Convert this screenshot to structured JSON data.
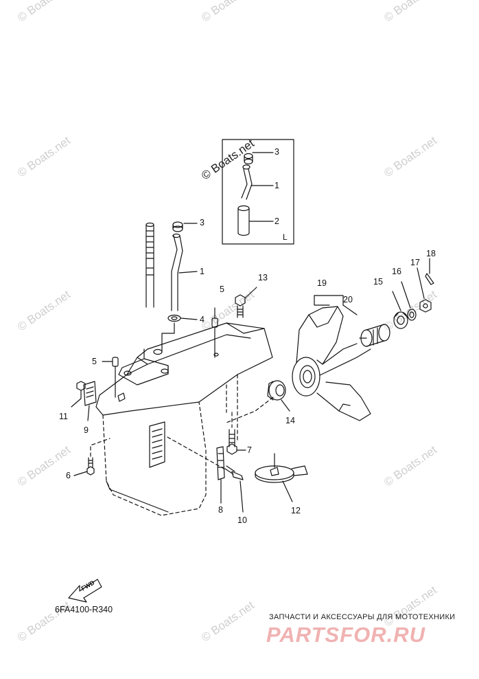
{
  "watermark_text": "© Boats.net",
  "inset_label": "L",
  "diagram_code": "6FA4100-R340",
  "fwd_label": "FWD",
  "footer": {
    "tagline": "ЗАПЧАСТИ И АКСЕССУАРЫ ДЛЯ МОТОТЕХНИКИ",
    "brand": "PARTSFOR.RU"
  },
  "callouts": {
    "c1": "1",
    "c2": "2",
    "c3": "3",
    "c4": "4",
    "c5": "5",
    "c6": "6",
    "c7": "7",
    "c8": "8",
    "c9": "9",
    "c10": "10",
    "c11": "11",
    "c12": "12",
    "c13": "13",
    "c14": "14",
    "c15": "15",
    "c16": "16",
    "c17": "17",
    "c18": "18",
    "c19": "19",
    "c20": "20",
    "inset1": "1",
    "inset2": "2",
    "inset3": "3"
  }
}
